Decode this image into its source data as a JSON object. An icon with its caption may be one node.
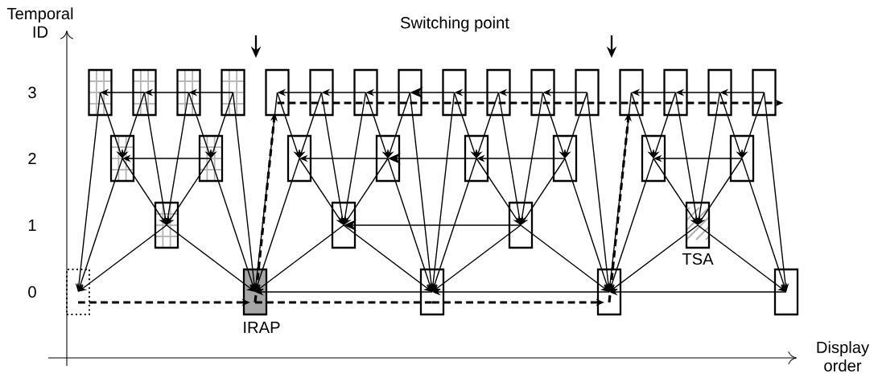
{
  "diagram": {
    "nodes": [
      {
        "text": [],
        "shape": "box"
      },
      {
        "text": [],
        "shape": "box"
      },
      {
        "text": [],
        "shape": "box"
      },
      {
        "text": [],
        "shape": "box"
      },
      {
        "text": [],
        "shape": "box"
      },
      {
        "text": [],
        "shape": "box"
      },
      {
        "text": [],
        "shape": "box"
      },
      {
        "text": [],
        "shape": "box"
      },
      {
        "text": [],
        "shape": "box"
      },
      {
        "text": [],
        "shape": "box"
      },
      {
        "text": [],
        "shape": "box"
      },
      {
        "text": [],
        "shape": "box"
      },
      {
        "text": [],
        "shape": "box"
      },
      {
        "text": [],
        "shape": "box"
      },
      {
        "text": [],
        "shape": "box"
      },
      {
        "text": [],
        "shape": "box"
      },
      {
        "text": [],
        "shape": "box"
      },
      {
        "text": [],
        "shape": "box"
      },
      {
        "text": [],
        "shape": "box"
      },
      {
        "text": [],
        "shape": "box"
      },
      {
        "text": [],
        "shape": "box"
      },
      {
        "text": [],
        "shape": "box"
      },
      {
        "text": [],
        "shape": "box"
      },
      {
        "text": [],
        "shape": "box"
      },
      {
        "text": [],
        "shape": "box"
      },
      {
        "text": [],
        "shape": "box"
      },
      {
        "text": [],
        "shape": "box"
      },
      {
        "text": [],
        "shape": "box",
        "beside": [
          "TSA"
        ]
      },
      {
        "text": [],
        "shape": "box"
      },
      {
        "text": [],
        "shape": "box",
        "beside": [
          "IRAP"
        ]
      },
      {
        "text": [],
        "shape": "box"
      },
      {
        "text": [],
        "shape": "box"
      },
      {
        "text": [],
        "shape": "box"
      }
    ],
    "edges": [
      {
        "from": 24,
        "to": 28,
        "arrow": "to"
      },
      {
        "from": 24,
        "to": 29,
        "arrow": "to"
      },
      {
        "from": 16,
        "to": 28,
        "arrow": "to"
      },
      {
        "from": 16,
        "to": 24,
        "arrow": "to"
      },
      {
        "from": 17,
        "to": 24,
        "arrow": "to"
      },
      {
        "from": 17,
        "to": 29,
        "arrow": "to"
      },
      {
        "from": 0,
        "to": 28,
        "arrow": "to"
      },
      {
        "from": 0,
        "to": 16,
        "arrow": "to"
      },
      {
        "from": 1,
        "to": 16,
        "arrow": "to"
      },
      {
        "from": 1,
        "to": 24,
        "arrow": "to"
      },
      {
        "from": 2,
        "to": 24,
        "arrow": "to"
      },
      {
        "from": 2,
        "to": 17,
        "arrow": "to"
      },
      {
        "from": 3,
        "to": 17,
        "arrow": "to"
      },
      {
        "from": 3,
        "to": 29,
        "arrow": "to"
      },
      {
        "from": 25,
        "to": 29,
        "arrow": "to"
      },
      {
        "from": 25,
        "to": 30,
        "arrow": "to"
      },
      {
        "from": 18,
        "to": 29,
        "arrow": "to"
      },
      {
        "from": 18,
        "to": 25,
        "arrow": "to"
      },
      {
        "from": 19,
        "to": 25,
        "arrow": "to"
      },
      {
        "from": 19,
        "to": 30,
        "arrow": "to"
      },
      {
        "from": 4,
        "to": 29,
        "arrow": "to"
      },
      {
        "from": 4,
        "to": 18,
        "arrow": "to"
      },
      {
        "from": 5,
        "to": 18,
        "arrow": "to"
      },
      {
        "from": 5,
        "to": 25,
        "arrow": "to"
      },
      {
        "from": 6,
        "to": 25,
        "arrow": "to"
      },
      {
        "from": 6,
        "to": 19,
        "arrow": "to"
      },
      {
        "from": 7,
        "to": 19,
        "arrow": "to"
      },
      {
        "from": 7,
        "to": 30,
        "arrow": "to"
      },
      {
        "from": 26,
        "to": 30,
        "arrow": "to"
      },
      {
        "from": 26,
        "to": 31,
        "arrow": "to"
      },
      {
        "from": 20,
        "to": 30,
        "arrow": "to"
      },
      {
        "from": 20,
        "to": 26,
        "arrow": "to"
      },
      {
        "from": 21,
        "to": 26,
        "arrow": "to"
      },
      {
        "from": 21,
        "to": 31,
        "arrow": "to"
      },
      {
        "from": 8,
        "to": 30,
        "arrow": "to"
      },
      {
        "from": 8,
        "to": 20,
        "arrow": "to"
      },
      {
        "from": 9,
        "to": 20,
        "arrow": "to"
      },
      {
        "from": 9,
        "to": 26,
        "arrow": "to"
      },
      {
        "from": 10,
        "to": 26,
        "arrow": "to"
      },
      {
        "from": 10,
        "to": 21,
        "arrow": "to"
      },
      {
        "from": 11,
        "to": 21,
        "arrow": "to"
      },
      {
        "from": 11,
        "to": 31,
        "arrow": "to"
      },
      {
        "from": 27,
        "to": 31,
        "arrow": "to"
      },
      {
        "from": 27,
        "to": 32,
        "arrow": "to"
      },
      {
        "from": 22,
        "to": 31,
        "arrow": "to"
      },
      {
        "from": 22,
        "to": 27,
        "arrow": "to"
      },
      {
        "from": 23,
        "to": 27,
        "arrow": "to"
      },
      {
        "from": 23,
        "to": 32,
        "arrow": "to"
      },
      {
        "from": 12,
        "to": 31,
        "arrow": "to"
      },
      {
        "from": 12,
        "to": 22,
        "arrow": "to"
      },
      {
        "from": 13,
        "to": 22,
        "arrow": "to"
      },
      {
        "from": 13,
        "to": 27,
        "arrow": "to"
      },
      {
        "from": 14,
        "to": 27,
        "arrow": "to"
      },
      {
        "from": 14,
        "to": 23,
        "arrow": "to"
      },
      {
        "from": 15,
        "to": 23,
        "arrow": "to"
      },
      {
        "from": 15,
        "to": 32,
        "arrow": "to"
      },
      {
        "from": 1,
        "to": 0,
        "arrow": "to"
      },
      {
        "from": 2,
        "to": 1,
        "arrow": "to"
      },
      {
        "from": 3,
        "to": 2,
        "arrow": "to"
      },
      {
        "from": 5,
        "to": 4,
        "arrow": "to"
      },
      {
        "from": 6,
        "to": 5,
        "arrow": "to"
      },
      {
        "from": 7,
        "to": 6,
        "arrow": "to"
      },
      {
        "from": 8,
        "to": 7,
        "arrow": "to"
      },
      {
        "from": 9,
        "to": 8,
        "arrow": "to"
      },
      {
        "from": 10,
        "to": 9,
        "arrow": "to"
      },
      {
        "from": 11,
        "to": 10,
        "arrow": "to"
      },
      {
        "from": 13,
        "to": 12,
        "arrow": "to"
      },
      {
        "from": 14,
        "to": 13,
        "arrow": "to"
      },
      {
        "from": 15,
        "to": 14,
        "arrow": "to"
      },
      {
        "from": 17,
        "to": 16,
        "arrow": "to"
      },
      {
        "from": 19,
        "to": 18,
        "arrow": "to"
      },
      {
        "from": 20,
        "to": 19,
        "arrow": "to"
      },
      {
        "from": 21,
        "to": 20,
        "arrow": "to"
      },
      {
        "from": 23,
        "to": 22,
        "arrow": "to"
      },
      {
        "from": 26,
        "to": 25,
        "arrow": "to"
      },
      {
        "from": 30,
        "to": 29,
        "arrow": "to"
      },
      {
        "from": 31,
        "to": 30,
        "arrow": "to"
      },
      {
        "from": 32,
        "to": 31,
        "arrow": "to"
      },
      {
        "from": 28,
        "to": 29,
        "arrow": "to",
        "style": "dashed"
      },
      {
        "from": 29,
        "to": 4,
        "arrow": "to",
        "style": "dashed"
      },
      {
        "from": 29,
        "to": 30,
        "arrow": "none",
        "style": "dashed"
      },
      {
        "from": 30,
        "to": 31,
        "arrow": "to",
        "style": "dashed"
      },
      {
        "from": 31,
        "to": 12,
        "arrow": "to",
        "style": "dashed"
      },
      {
        "from": 4,
        "to": 5,
        "arrow": "none",
        "style": "dashed"
      },
      {
        "from": 5,
        "to": 6,
        "arrow": "none",
        "style": "dashed"
      },
      {
        "from": 6,
        "to": 7,
        "arrow": "none",
        "style": "dashed"
      },
      {
        "from": 7,
        "to": 8,
        "arrow": "none",
        "style": "dashed"
      },
      {
        "from": 8,
        "to": 9,
        "arrow": "none",
        "style": "dashed"
      },
      {
        "from": 9,
        "to": 10,
        "arrow": "none",
        "style": "dashed"
      },
      {
        "from": 10,
        "to": 11,
        "arrow": "none",
        "style": "dashed"
      },
      {
        "from": 11,
        "to": 12,
        "arrow": "none",
        "style": "dashed"
      },
      {
        "from": 12,
        "to": 13,
        "arrow": "none",
        "style": "dashed"
      },
      {
        "from": 13,
        "to": 14,
        "arrow": "none",
        "style": "dashed"
      },
      {
        "from": 14,
        "to": 15,
        "arrow": "to",
        "style": "dashed"
      }
    ],
    "labels": [
      "Temporal ID",
      "Switching point",
      "3",
      "2",
      "1",
      "0",
      "Display order"
    ]
  }
}
